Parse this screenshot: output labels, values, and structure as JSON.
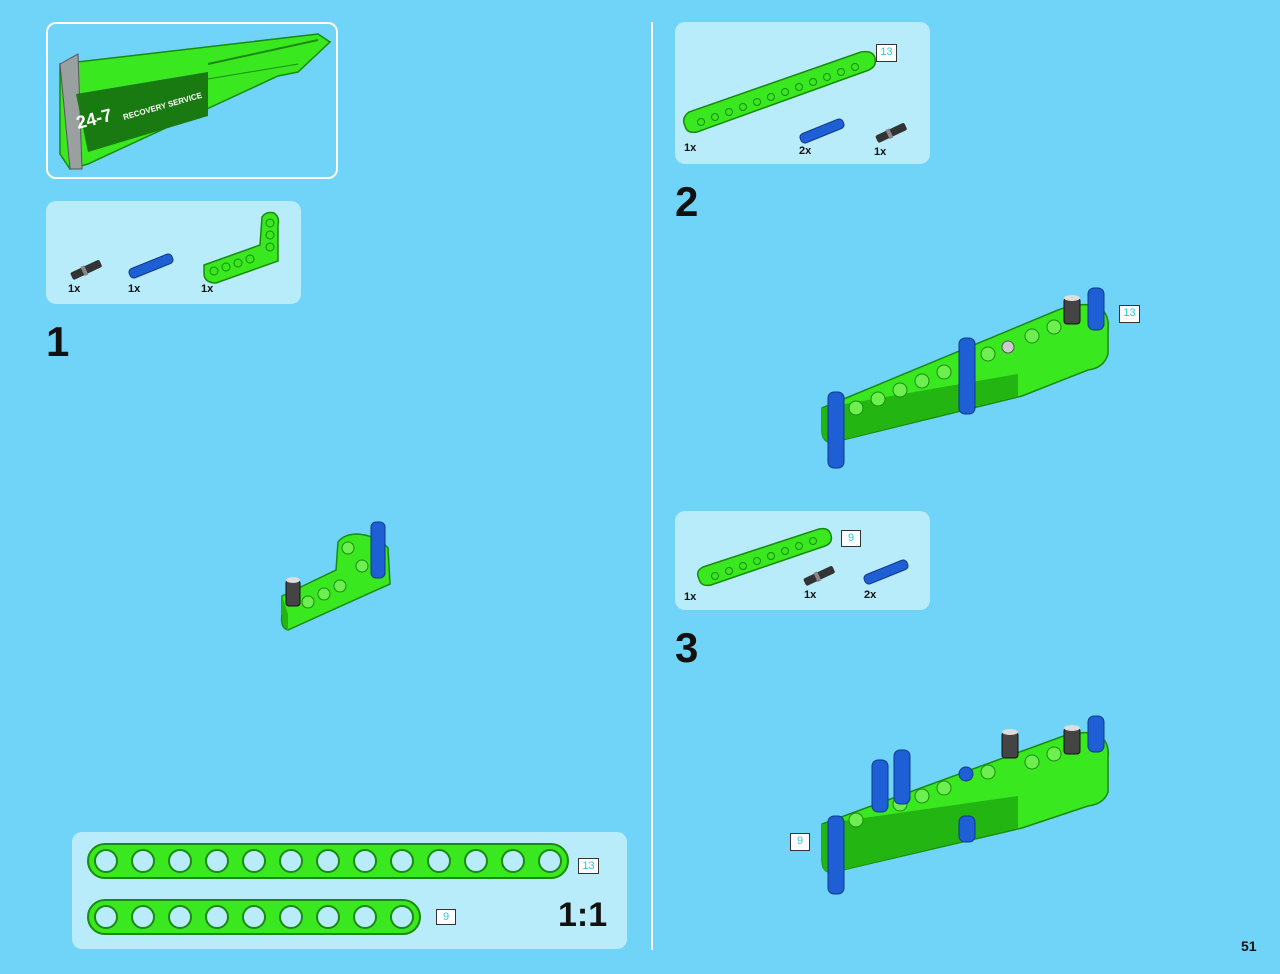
{
  "subassembly": {
    "logo_text_1": "24-7",
    "logo_text_2": "RECOVERY SERVICE"
  },
  "step1": {
    "number": "1",
    "parts": [
      {
        "qty": "1x"
      },
      {
        "qty": "1x"
      },
      {
        "qty": "1x"
      }
    ]
  },
  "step2": {
    "number": "2",
    "parts": [
      {
        "qty": "1x"
      },
      {
        "qty": "2x"
      },
      {
        "qty": "1x"
      }
    ],
    "beam_length_tag": "13",
    "assembly_tag": "13"
  },
  "step3": {
    "number": "3",
    "parts": [
      {
        "qty": "1x"
      },
      {
        "qty": "1x"
      },
      {
        "qty": "2x"
      }
    ],
    "beam_length_tag": "9",
    "assembly_tag": "9"
  },
  "scale_ref": {
    "long_beam_tag": "13",
    "short_beam_tag": "9",
    "scale_label": "1:1"
  },
  "page_number": "51",
  "colors": {
    "background": "#6fd4f7",
    "panel": "#b9ecfa",
    "lime": "#39e81e",
    "blue": "#1f5fd6"
  }
}
